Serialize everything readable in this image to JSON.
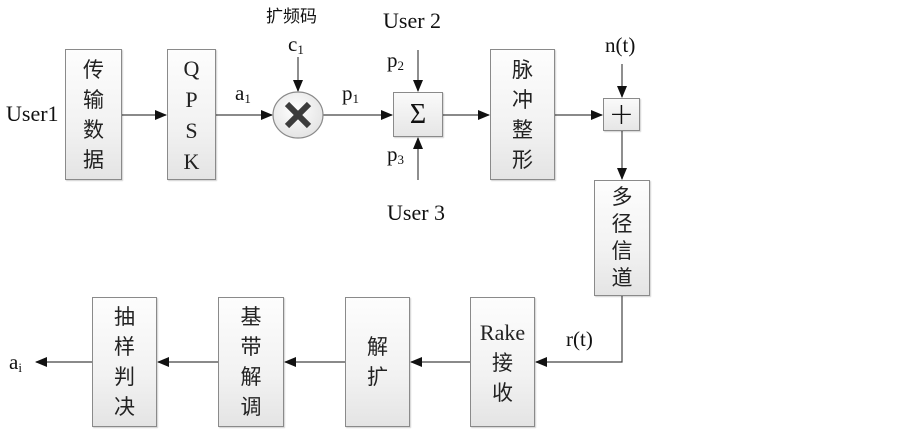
{
  "diagram": {
    "type": "block-diagram",
    "inputs": {
      "user1": "User1",
      "user2": "User 2",
      "user3": "User 3",
      "spreading_code_label": "扩频码",
      "spreading_code": "c",
      "spreading_code_sub": "1",
      "noise": "n(t)"
    },
    "signals": {
      "a1": {
        "base": "a",
        "sub": "1"
      },
      "p1": {
        "base": "p",
        "sub": "1"
      },
      "p2": {
        "base": "p",
        "sub": "2"
      },
      "p3": {
        "base": "p",
        "sub": "3"
      },
      "rt": "r(t)",
      "ai": {
        "base": "a",
        "sub": "i"
      }
    },
    "blocks": {
      "transmit_data": [
        "传",
        "输",
        "数",
        "据"
      ],
      "qpsk": [
        "Q",
        "P",
        "S",
        "K"
      ],
      "multiplier": "×",
      "summer": "Σ",
      "pulse_shaping": [
        "脉",
        "冲",
        "整",
        "形"
      ],
      "adder": "+",
      "multipath_channel": [
        "多",
        "径",
        "信",
        "道"
      ],
      "rake_receiver": {
        "latin": "Rake",
        "chars": [
          "接",
          "收"
        ]
      },
      "despread": [
        "解",
        "扩"
      ],
      "baseband_demod": [
        "基",
        "带",
        "解",
        "调"
      ],
      "sample_decide": [
        "抽",
        "样",
        "判",
        "决"
      ]
    },
    "colors": {
      "line": "#404040",
      "box_border": "#8a8a8a",
      "multiplier_x": "#3c3c3c"
    }
  }
}
